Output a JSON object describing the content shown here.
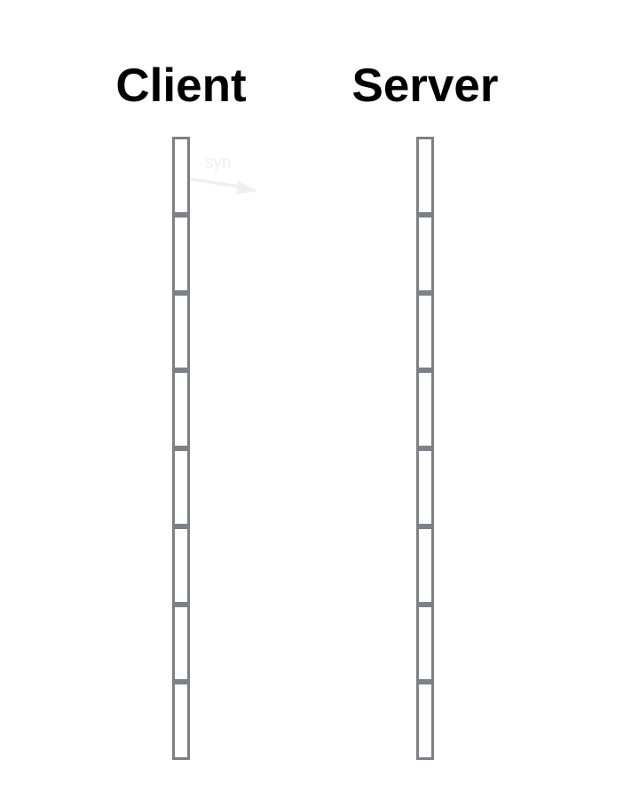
{
  "diagram": {
    "type": "sequence",
    "actors": [
      {
        "id": "client",
        "label": "Client",
        "segments": 8
      },
      {
        "id": "server",
        "label": "Server",
        "segments": 8
      }
    ],
    "messages": [
      {
        "label": "syn",
        "from": "client",
        "to": "server"
      }
    ],
    "colors": {
      "background": "#ffffff",
      "title": "#000000",
      "lifeline_border": "#7d8187",
      "lifeline_fill": "#ffffff",
      "faint_message": "#eff0ee"
    }
  }
}
